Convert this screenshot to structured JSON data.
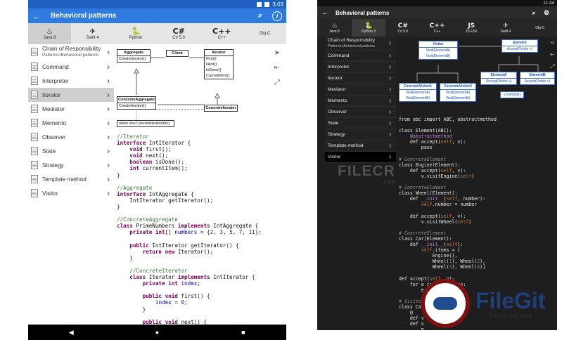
{
  "light": {
    "status_time": "3:03",
    "title": "Behavioral patterns",
    "languages": [
      {
        "glyph": "♨",
        "label": "Java 8",
        "selected": true
      },
      {
        "glyph": "✈",
        "label": "Swift 4",
        "selected": false
      },
      {
        "glyph": "🐍",
        "label": "Python",
        "selected": false
      },
      {
        "glyph": "C#",
        "label": "C# 5.0",
        "selected": false
      },
      {
        "glyph": "C++",
        "label": "C++",
        "selected": false
      },
      {
        "glyph": "",
        "label": "Obj-C",
        "selected": false
      }
    ],
    "patterns": [
      {
        "label": "Chain of Responsibility",
        "sub": "Patterns>Behavioral patterns"
      },
      {
        "label": "Command"
      },
      {
        "label": "Interpreter"
      },
      {
        "label": "Iterator",
        "selected": true
      },
      {
        "label": "Mediator"
      },
      {
        "label": "Memento"
      },
      {
        "label": "Observer"
      },
      {
        "label": "State"
      },
      {
        "label": "Strategy"
      },
      {
        "label": "Template method"
      },
      {
        "label": "Visitor"
      }
    ],
    "diagram": {
      "aggregate": "Aggregate",
      "aggregate_m1": "CreateIterator()",
      "client": "Client",
      "iterator": "Iterator",
      "iter_m1": "First()",
      "iter_m2": "Next()",
      "iter_m3": "IsDone()",
      "iter_m4": "CurrentItem()",
      "concrete_aggregate": "ConcreteAggregate",
      "concrete_agg_m1": "CreateIterator()",
      "concrete_iterator": "ConcreteIterator",
      "note": "return new ConcreteIterator(this)"
    }
  },
  "dark": {
    "status_time": "11:44",
    "title": "Behavioral patterns",
    "languages": [
      {
        "glyph": "♨",
        "label": "Java 8",
        "selected": false
      },
      {
        "glyph": "🐍",
        "label": "Python 3",
        "selected": true
      },
      {
        "glyph": "C#",
        "label": "C# 5.0",
        "selected": false
      },
      {
        "glyph": "C++",
        "label": "C++",
        "selected": false
      },
      {
        "glyph": "JS",
        "label": "JS ES6",
        "selected": false
      },
      {
        "glyph": "✈",
        "label": "Swift 4",
        "selected": false
      },
      {
        "glyph": "",
        "label": "Obj-C",
        "selected": false
      }
    ],
    "patterns": [
      {
        "label": "Chain of Responsibility",
        "sub": "Patterns>Behavioral patterns"
      },
      {
        "label": "Command"
      },
      {
        "label": "Interpreter"
      },
      {
        "label": "Iterator"
      },
      {
        "label": "Mediator"
      },
      {
        "label": "Memento"
      },
      {
        "label": "Observer"
      },
      {
        "label": "State"
      },
      {
        "label": "Strategy"
      },
      {
        "label": "Template method"
      },
      {
        "label": "Visitor",
        "selected": true
      }
    ],
    "diagram": {
      "visitor": "Visitor",
      "visitor_m1": "Visit(ElementA)",
      "visitor_m2": "Visit(ElementB)",
      "element": "Element",
      "element_m1": "Accept(Visitor v)",
      "cv1": "ConcreteVisitor1",
      "cv1_m1": "Visit(ElementA)",
      "cv1_m2": "Visit(ElementB)",
      "cv2": "ConcreteVisitor2",
      "cv2_m1": "Visit(ElementA)",
      "cv2_m2": "Visit(ElementB)",
      "ea": "ElementA",
      "ea_m1": "Accept(Visitor v)",
      "eb": "ElementB",
      "eb_m1": "Accept(Visitor v)",
      "note": "v.Visit(this)"
    }
  },
  "watermarks": {
    "filecr": "FILECR",
    "filecr_sub": ".com",
    "filegit": "FileGit",
    "filegit_sub": "Free & Unlimited"
  }
}
